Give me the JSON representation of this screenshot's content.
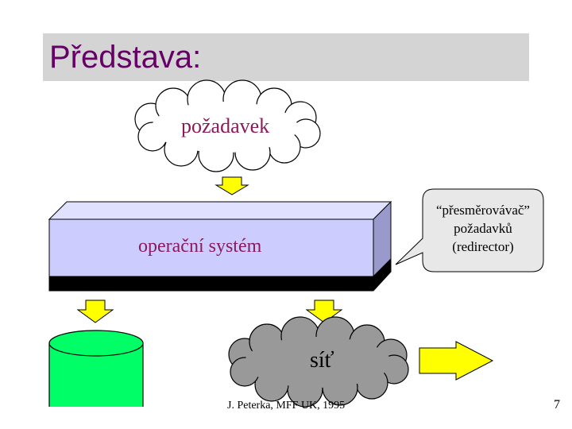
{
  "slide": {
    "title": "Představa:",
    "request_label": "požadavek",
    "os_label": "operační systém",
    "redirector_lines": [
      "“přesměrovávač”",
      "požadavků",
      "(redirector)"
    ],
    "network_label": "síť",
    "footer": "J. Peterka, MFF UK, 1995",
    "page_number": "7"
  },
  "colors": {
    "title_text": "#660066",
    "title_bar": "#d4d4d4",
    "label_text": "#8b1a5c",
    "arrow_fill": "#ffff00",
    "os_front": "#ccccff",
    "os_top": "#e0e0ff",
    "os_side": "#9999cc",
    "disk_fill": "#00ff66",
    "network_cloud": "#999999",
    "callout_fill": "#e8e8e8"
  }
}
